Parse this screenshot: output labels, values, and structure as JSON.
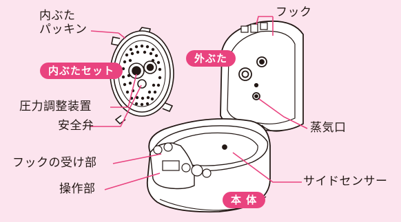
{
  "labels": {
    "inner_lid_packing": "内ぶた\nパッキン",
    "pressure_regulator": "圧力調整装置",
    "safety_valve": "安全弁",
    "hook_receiver": "フックの受け部",
    "control_panel": "操作部",
    "hook": "フック",
    "steam_vent": "蒸気口",
    "side_sensor": "サイドセンサー"
  },
  "badges": {
    "inner_lid_set": "内ぶたセット",
    "outer_lid": "外ぶた",
    "main_body": "本 体"
  },
  "colors": {
    "background": "#fce4ee",
    "accent": "#e9437f",
    "leader_line": "#e9437f",
    "outline": "#231815"
  }
}
